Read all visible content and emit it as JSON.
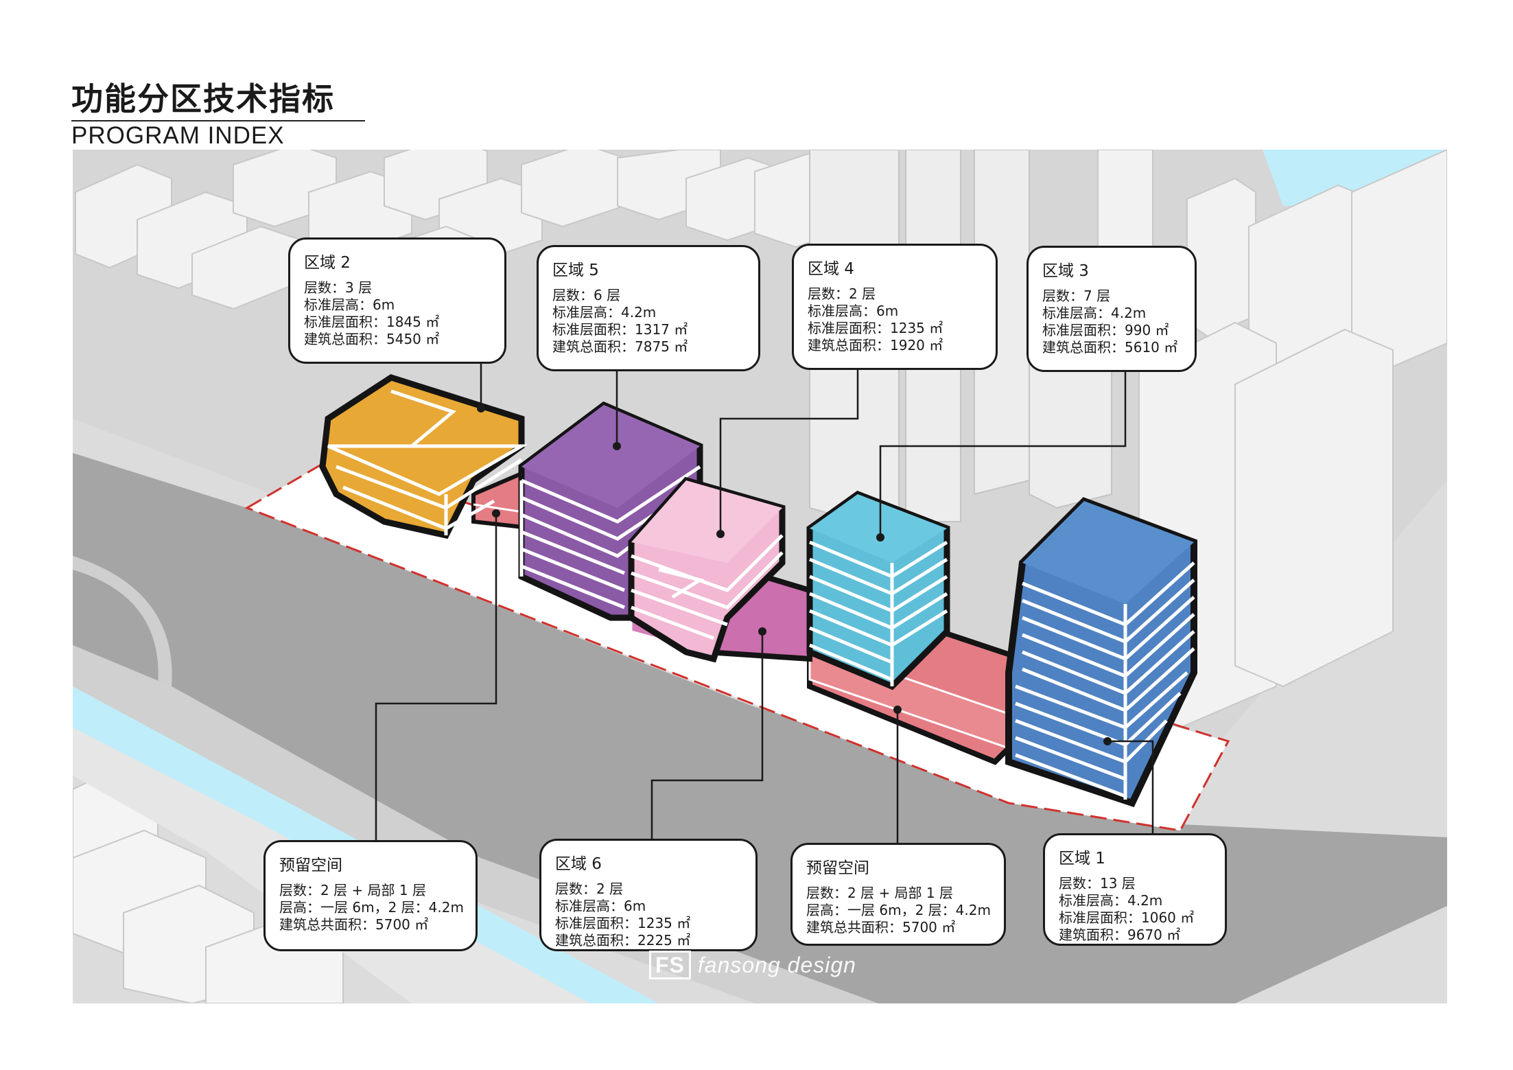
{
  "header": {
    "title": "功能分区技术指标",
    "subtitle": "PROGRAM INDEX"
  },
  "colors": {
    "zone1": "#4f82c2",
    "zone2": "#e8a835",
    "zone3": "#5fbfd8",
    "zone4": "#f2b8d4",
    "zone5": "#8b5aa6",
    "zone6": "#cc6fae",
    "reserve": "#e47c84",
    "water": "#bfeefa",
    "road": "#a5a5a5",
    "ground": "#dcdcdc",
    "site_boundary": "#d0312d"
  },
  "callouts": [
    {
      "id": "zone-2",
      "title": "区域 2",
      "lines": [
        "层数：3 层",
        "标准层高：6m",
        "标准层面积：1845 ㎡",
        "建筑总面积：5450 ㎡"
      ]
    },
    {
      "id": "zone-5",
      "title": "区域 5",
      "lines": [
        "层数：6 层",
        "标准层高：4.2m",
        "标准层面积：1317 ㎡",
        "建筑总面积：7875 ㎡"
      ]
    },
    {
      "id": "zone-4",
      "title": "区域 4",
      "lines": [
        "层数：2 层",
        "标准层高：6m",
        "标准层面积：1235 ㎡",
        "建筑总面积：1920 ㎡"
      ]
    },
    {
      "id": "zone-3",
      "title": "区域 3",
      "lines": [
        "层数：7 层",
        "标准层高：4.2m",
        "标准层面积：990 ㎡",
        "建筑总面积：5610 ㎡"
      ]
    },
    {
      "id": "reserve-left",
      "title": "预留空间",
      "lines": [
        "层数：2 层 + 局部 1 层",
        "层高：一层 6m，2 层：4.2m",
        "建筑总共面积：5700 ㎡"
      ]
    },
    {
      "id": "zone-6",
      "title": "区域 6",
      "lines": [
        "层数：2 层",
        "标准层高：6m",
        "标准层面积：1235 ㎡",
        "建筑总面积：2225 ㎡"
      ]
    },
    {
      "id": "reserve-right",
      "title": "预留空间",
      "lines": [
        "层数：2 层 + 局部 1 层",
        "层高：一层 6m，2 层：4.2m",
        "建筑总共面积：5700 ㎡"
      ]
    },
    {
      "id": "zone-1",
      "title": "区域 1",
      "lines": [
        "层数：13 层",
        "标准层高：4.2m",
        "标准层面积：1060 ㎡",
        "建筑面积：9670 ㎡"
      ]
    }
  ],
  "watermark": {
    "mark": "FS",
    "text": "fansong design"
  }
}
